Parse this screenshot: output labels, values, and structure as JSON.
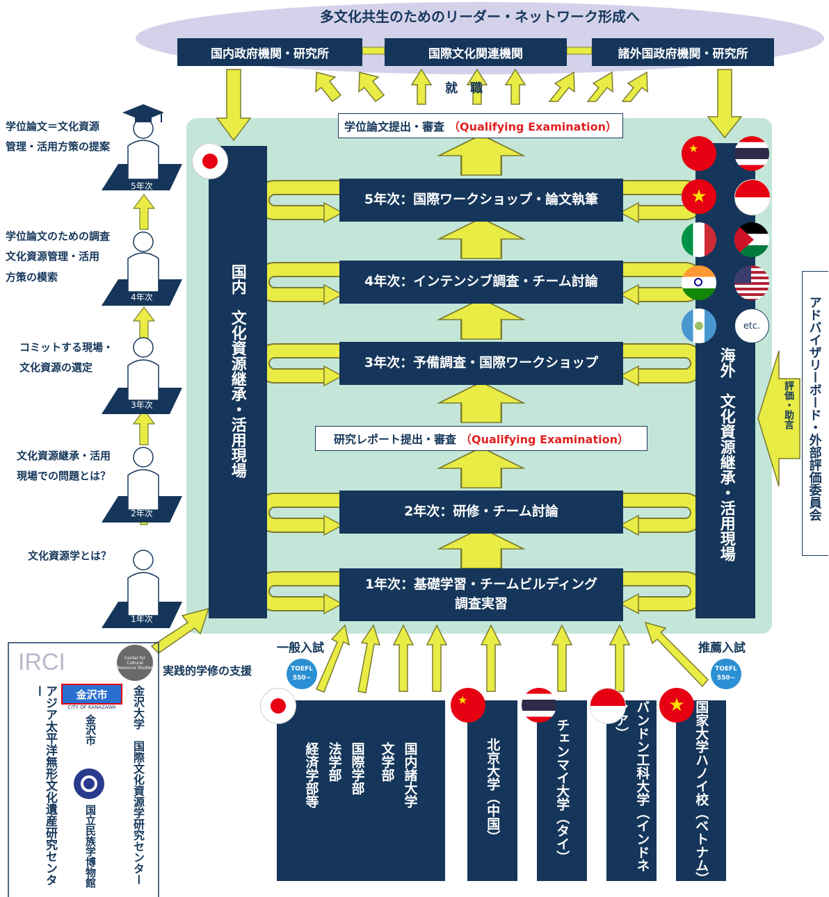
{
  "top": {
    "title": "多文化共生のためのリーダー・ネットワーク形成へ",
    "boxes": [
      "国内政府機関・研究所",
      "国際文化関連機関",
      "諸外国政府機関・研究所"
    ],
    "employment_label": "就　職"
  },
  "qualifying": {
    "dissertation": "学位論文提出・審査",
    "report": "研究レポート提出・審査",
    "exam": "（Qualifying Examination）"
  },
  "stages": [
    {
      "year": "5年次：国際ワークショップ・論文執筆",
      "line2": ""
    },
    {
      "year": "4年次：インテンシブ調査・チーム討論",
      "line2": ""
    },
    {
      "year": "3年次：予備調査・国際ワークショップ",
      "line2": ""
    },
    {
      "year": "2年次：研修・チーム討論",
      "line2": ""
    },
    {
      "year": "1年次：基礎学習・チームビルディング",
      "line2": "調査実習"
    }
  ],
  "domestic_column": "国内　文化資源継承・活用現場",
  "overseas_column": "海外　文化資源継承・活用現場",
  "flags_etc": "etc.",
  "advisory": {
    "board": "アドバイザリーボード・外部評価委員会",
    "arrow_label": "評価・助言"
  },
  "ladder": [
    {
      "label_lines": [
        "学位論文＝文化資源",
        "管理・活用方策の提案"
      ],
      "year": "5年次"
    },
    {
      "label_lines": [
        "学位論文のための調査",
        "文化資源管理・活用",
        "方策の模索"
      ],
      "year": "4年次"
    },
    {
      "label_lines": [
        "コミットする現場・",
        "文化資源の選定"
      ],
      "year": "3年次"
    },
    {
      "label_lines": [
        "文化資源継承・活用",
        "現場での問題とは？"
      ],
      "year": "2年次"
    },
    {
      "label_lines": [
        "文化資源学とは？"
      ],
      "year": "1年次"
    }
  ],
  "admission": {
    "general": "一般入試",
    "recommended": "推薦入試",
    "toefl_line1": "TOEFL",
    "toefl_line2": "550~"
  },
  "support_label": "実践的学修の支援",
  "partners": {
    "irci_logo": "IRCI",
    "irci": "アジア太平洋無形文化遺産研究センター",
    "kanazawa_city_logo": "金沢市",
    "kanazawa_city_sub": "CITY OF KANAZAWA",
    "kanazawa_city": "金沢市",
    "minpaku": "国立民族学博物館",
    "kanazawa_univ": "金沢大学　国際文化資源学研究センター",
    "center_logo": "Center for Cultural Resource Studies"
  },
  "universities": [
    {
      "name": "国内諸大学",
      "sub": [
        "文学部",
        "国際学部",
        "法学部",
        "経済学部等"
      ]
    },
    {
      "name": "北京大学（中国）"
    },
    {
      "name": "チェンマイ大学（タイ）"
    },
    {
      "name": "バンドン工科大学（インドネシア）"
    },
    {
      "name": "国家大学ハノイ校（ベトナム）"
    }
  ],
  "colors": {
    "navy": "#15365a",
    "mint": "#c3e6d8",
    "arrow_yellow": "#e8ec44",
    "arrow_outline": "#7a7a30",
    "lavender": "#d4d2ea",
    "exam_red": "#e02020"
  }
}
